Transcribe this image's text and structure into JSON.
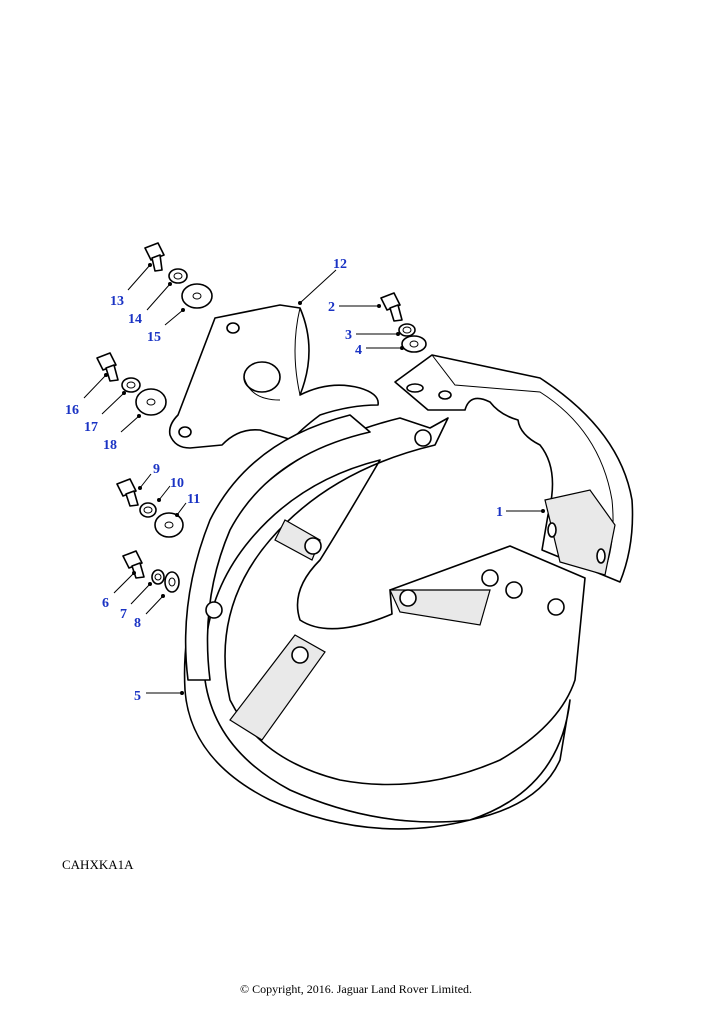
{
  "diagram_code": "CAHXKA1A",
  "copyright": "© Copyright, 2016. Jaguar Land Rover Limited.",
  "callouts": {
    "c1": "1",
    "c2": "2",
    "c3": "3",
    "c4": "4",
    "c5": "5",
    "c6": "6",
    "c7": "7",
    "c8": "8",
    "c9": "9",
    "c10": "10",
    "c11": "11",
    "c12": "12",
    "c13": "13",
    "c14": "14",
    "c15": "15",
    "c16": "16",
    "c17": "17",
    "c18": "18"
  },
  "colors": {
    "callout": "#1a33c4",
    "line": "#000000",
    "background": "#ffffff"
  }
}
